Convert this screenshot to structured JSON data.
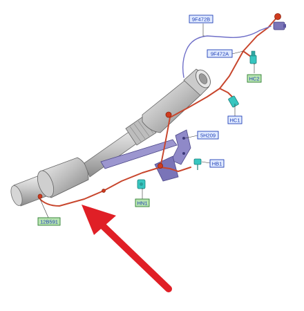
{
  "colors": {
    "harness": "#c8462d",
    "harness_connector": "#cf3b1e",
    "exhaust_light": "#e2e2e2",
    "exhaust_mid": "#b4b4b4",
    "exhaust_dark": "#7c7c7c",
    "bracket": "#7a74b8",
    "sensor": "#37c6c0",
    "label_blue_border": "#1f3fb5",
    "label_blue_fill": "#dfe9ff",
    "label_green_border": "#2e7d32",
    "label_green_fill": "#b7e4b0",
    "arrow": "#e01f26"
  },
  "labels": {
    "wiring_upper": "9F472B",
    "wiring_lower": "9F472A",
    "sensor_hc2": "HC2",
    "sensor_hc1": "HC1",
    "bracket_5h209": "5H209",
    "sensor_hb1": "HB1",
    "sensor_hn1": "HN1",
    "clip_12b591": "12B591"
  },
  "icons": {
    "pointer_arrow": "arrow-icon"
  }
}
